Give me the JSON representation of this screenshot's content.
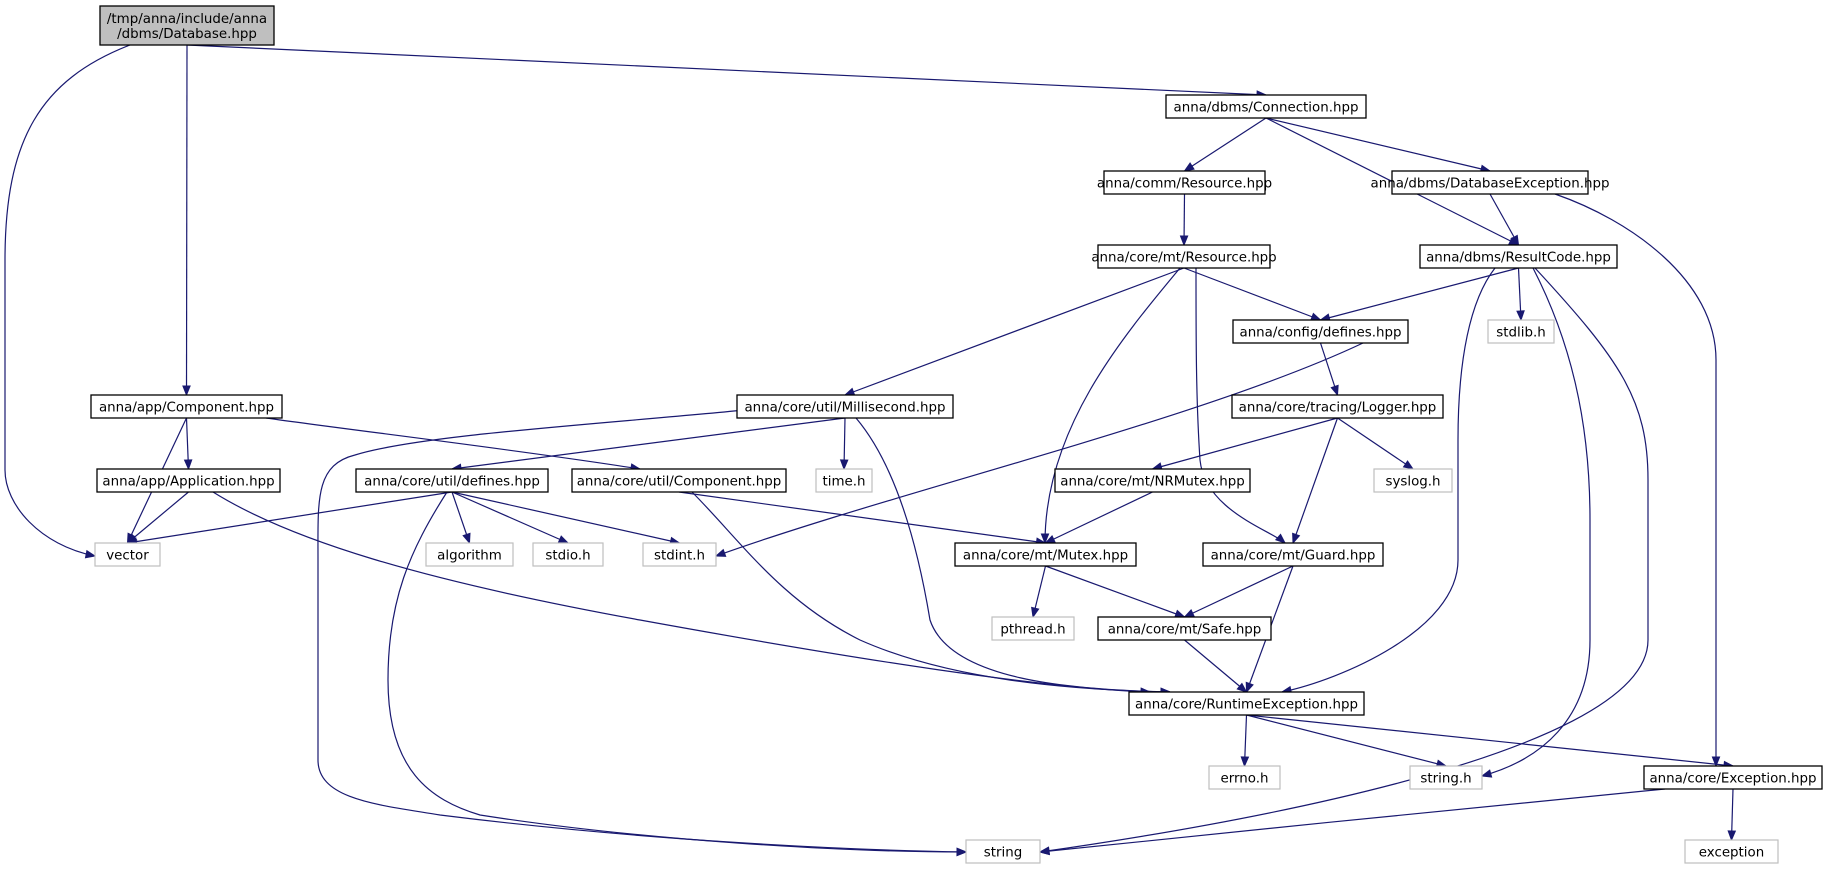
{
  "graph": {
    "edge_color": "#191970",
    "root_fill": "#bfbfbf",
    "system_border": "#bfbfbf",
    "nodes": [
      {
        "id": "root",
        "kind": "root",
        "lines": [
          "/tmp/anna/include/anna",
          "/dbms/Database.hpp"
        ]
      },
      {
        "id": "connection",
        "kind": "header",
        "lines": [
          "anna/dbms/Connection.hpp"
        ]
      },
      {
        "id": "comm_resource",
        "kind": "header",
        "lines": [
          "anna/comm/Resource.hpp"
        ]
      },
      {
        "id": "db_exception",
        "kind": "header",
        "lines": [
          "anna/dbms/DatabaseException.hpp"
        ]
      },
      {
        "id": "mt_resource",
        "kind": "header",
        "lines": [
          "anna/core/mt/Resource.hpp"
        ]
      },
      {
        "id": "result_code",
        "kind": "header",
        "lines": [
          "anna/dbms/ResultCode.hpp"
        ]
      },
      {
        "id": "config_defines",
        "kind": "header",
        "lines": [
          "anna/config/defines.hpp"
        ]
      },
      {
        "id": "stdlib",
        "kind": "system",
        "lines": [
          "stdlib.h"
        ]
      },
      {
        "id": "app_component",
        "kind": "header",
        "lines": [
          "anna/app/Component.hpp"
        ]
      },
      {
        "id": "millisecond",
        "kind": "header",
        "lines": [
          "anna/core/util/Millisecond.hpp"
        ]
      },
      {
        "id": "logger",
        "kind": "header",
        "lines": [
          "anna/core/tracing/Logger.hpp"
        ]
      },
      {
        "id": "application",
        "kind": "header",
        "lines": [
          "anna/app/Application.hpp"
        ]
      },
      {
        "id": "util_defines",
        "kind": "header",
        "lines": [
          "anna/core/util/defines.hpp"
        ]
      },
      {
        "id": "util_component",
        "kind": "header",
        "lines": [
          "anna/core/util/Component.hpp"
        ]
      },
      {
        "id": "time",
        "kind": "system",
        "lines": [
          "time.h"
        ]
      },
      {
        "id": "nrmutex",
        "kind": "header",
        "lines": [
          "anna/core/mt/NRMutex.hpp"
        ]
      },
      {
        "id": "syslog",
        "kind": "system",
        "lines": [
          "syslog.h"
        ]
      },
      {
        "id": "vector",
        "kind": "system",
        "lines": [
          "vector"
        ]
      },
      {
        "id": "algorithm",
        "kind": "system",
        "lines": [
          "algorithm"
        ]
      },
      {
        "id": "stdio",
        "kind": "system",
        "lines": [
          "stdio.h"
        ]
      },
      {
        "id": "stdint",
        "kind": "system",
        "lines": [
          "stdint.h"
        ]
      },
      {
        "id": "mutex",
        "kind": "header",
        "lines": [
          "anna/core/mt/Mutex.hpp"
        ]
      },
      {
        "id": "guard",
        "kind": "header",
        "lines": [
          "anna/core/mt/Guard.hpp"
        ]
      },
      {
        "id": "pthread",
        "kind": "system",
        "lines": [
          "pthread.h"
        ]
      },
      {
        "id": "safe",
        "kind": "header",
        "lines": [
          "anna/core/mt/Safe.hpp"
        ]
      },
      {
        "id": "runtime_exception",
        "kind": "header",
        "lines": [
          "anna/core/RuntimeException.hpp"
        ]
      },
      {
        "id": "errno",
        "kind": "system",
        "lines": [
          "errno.h"
        ]
      },
      {
        "id": "string_h",
        "kind": "system",
        "lines": [
          "string.h"
        ]
      },
      {
        "id": "core_exception",
        "kind": "header",
        "lines": [
          "anna/core/Exception.hpp"
        ]
      },
      {
        "id": "string",
        "kind": "system",
        "lines": [
          "string"
        ]
      },
      {
        "id": "exception",
        "kind": "system",
        "lines": [
          "exception"
        ]
      }
    ],
    "edges": [
      {
        "from": "root",
        "to": "connection"
      },
      {
        "from": "root",
        "to": "app_component"
      },
      {
        "from": "root",
        "to": "vector"
      },
      {
        "from": "connection",
        "to": "comm_resource"
      },
      {
        "from": "connection",
        "to": "db_exception"
      },
      {
        "from": "connection",
        "to": "result_code"
      },
      {
        "from": "comm_resource",
        "to": "mt_resource"
      },
      {
        "from": "db_exception",
        "to": "result_code"
      },
      {
        "from": "db_exception",
        "to": "core_exception"
      },
      {
        "from": "mt_resource",
        "to": "config_defines"
      },
      {
        "from": "mt_resource",
        "to": "millisecond"
      },
      {
        "from": "mt_resource",
        "to": "mutex"
      },
      {
        "from": "mt_resource",
        "to": "guard"
      },
      {
        "from": "result_code",
        "to": "config_defines"
      },
      {
        "from": "result_code",
        "to": "stdlib"
      },
      {
        "from": "result_code",
        "to": "runtime_exception"
      },
      {
        "from": "result_code",
        "to": "string_h"
      },
      {
        "from": "result_code",
        "to": "string"
      },
      {
        "from": "config_defines",
        "to": "logger"
      },
      {
        "from": "config_defines",
        "to": "stdint"
      },
      {
        "from": "app_component",
        "to": "application"
      },
      {
        "from": "app_component",
        "to": "vector"
      },
      {
        "from": "app_component",
        "to": "util_component"
      },
      {
        "from": "millisecond",
        "to": "util_defines"
      },
      {
        "from": "millisecond",
        "to": "time"
      },
      {
        "from": "millisecond",
        "to": "runtime_exception"
      },
      {
        "from": "millisecond",
        "to": "string"
      },
      {
        "from": "logger",
        "to": "nrmutex"
      },
      {
        "from": "logger",
        "to": "syslog"
      },
      {
        "from": "logger",
        "to": "guard"
      },
      {
        "from": "application",
        "to": "vector"
      },
      {
        "from": "application",
        "to": "runtime_exception"
      },
      {
        "from": "util_defines",
        "to": "vector"
      },
      {
        "from": "util_defines",
        "to": "algorithm"
      },
      {
        "from": "util_defines",
        "to": "stdio"
      },
      {
        "from": "util_defines",
        "to": "stdint"
      },
      {
        "from": "util_defines",
        "to": "string"
      },
      {
        "from": "util_component",
        "to": "mutex"
      },
      {
        "from": "util_component",
        "to": "runtime_exception"
      },
      {
        "from": "nrmutex",
        "to": "mutex"
      },
      {
        "from": "mutex",
        "to": "pthread"
      },
      {
        "from": "mutex",
        "to": "safe"
      },
      {
        "from": "guard",
        "to": "safe"
      },
      {
        "from": "guard",
        "to": "runtime_exception"
      },
      {
        "from": "safe",
        "to": "runtime_exception"
      },
      {
        "from": "runtime_exception",
        "to": "errno"
      },
      {
        "from": "runtime_exception",
        "to": "string_h"
      },
      {
        "from": "runtime_exception",
        "to": "core_exception"
      },
      {
        "from": "core_exception",
        "to": "string"
      },
      {
        "from": "core_exception",
        "to": "exception"
      }
    ]
  }
}
